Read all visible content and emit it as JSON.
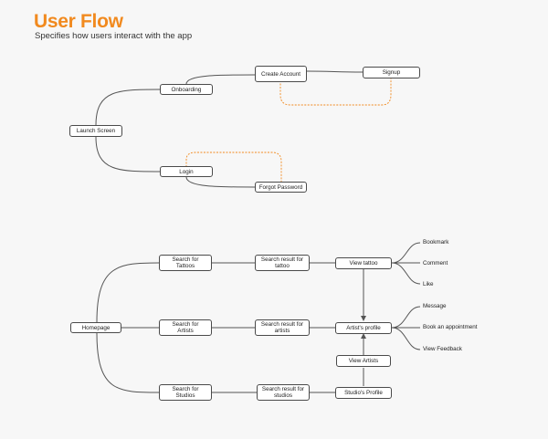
{
  "header": {
    "title": "User Flow",
    "subtitle": "Specifies how users interact with the app"
  },
  "colors": {
    "accent": "#f18a1f",
    "line": "#555555",
    "node_border": "#4a4a4a"
  },
  "auth_flow": {
    "launch": "Launch Screen",
    "onboarding": "Onboarding",
    "create_account": "Create Account",
    "signup": "Signup",
    "login": "Login",
    "forgot_password": "Forgot Password"
  },
  "main_flow": {
    "homepage": "Homepage",
    "search_tattoos": "Search for\nTattoos",
    "search_artists": "Search for\nArtists",
    "search_studios": "Search for\nStudios",
    "result_tattoo": "Search result for\ntattoo",
    "result_artists": "Search result for\nartists",
    "result_studios": "Search result for\nstudios",
    "view_tattoo": "View tattoo",
    "artist_profile": "Artist's profile",
    "view_artists": "View Artists",
    "studio_profile": "Studio's Profile",
    "tattoo_actions": [
      "Bookmark",
      "Comment",
      "Like"
    ],
    "artist_actions": [
      "Message",
      "Book an appointment",
      "View Feedback"
    ]
  }
}
